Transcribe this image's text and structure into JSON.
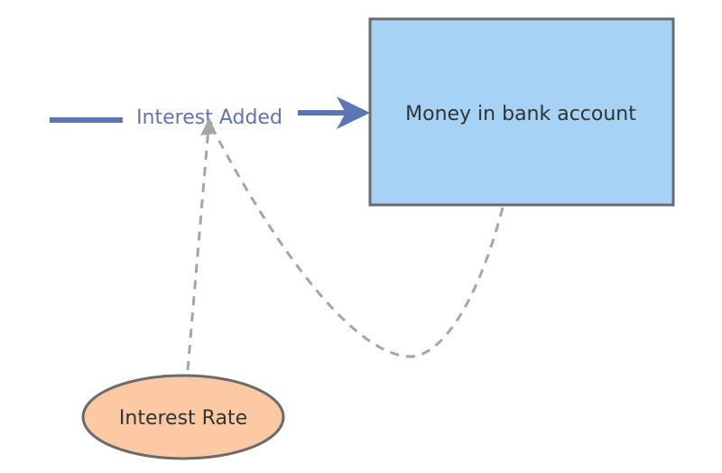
{
  "diagram": {
    "stock": {
      "label": "Money in bank account",
      "fill": "#a6d2f5",
      "stroke": "#6b6b6b"
    },
    "flow": {
      "label": "Interest Added",
      "color": "#5a76b8"
    },
    "variable": {
      "label": "Interest Rate",
      "fill": "#fcc9a4",
      "stroke": "#6b6b6b"
    },
    "links": {
      "color": "#a6a6a6",
      "style": "dashed"
    }
  }
}
